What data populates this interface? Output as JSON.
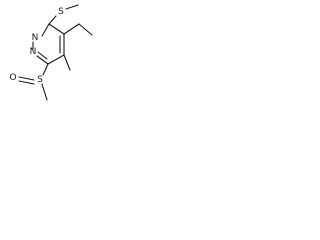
{
  "molecule": {
    "atoms": {
      "n1": "N",
      "n2": "N",
      "s_thio": "S",
      "s_sulfinyl": "S",
      "o_sulfinyl": "O"
    }
  }
}
